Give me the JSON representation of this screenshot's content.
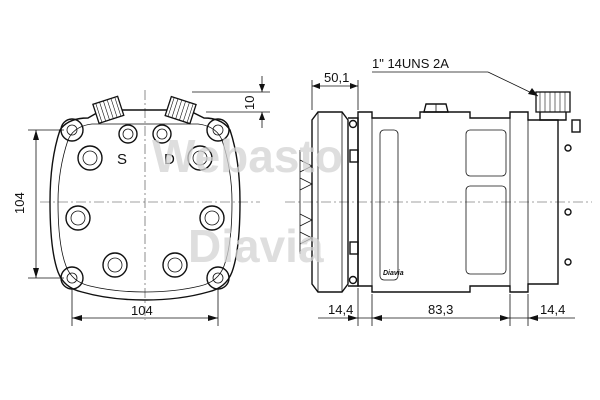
{
  "front_view": {
    "width_dimension": "104",
    "height_dimension": "104",
    "fitting_height_dimension": "10",
    "suction_label": "S",
    "discharge_label": "D"
  },
  "side_view": {
    "pulley_dimension": "50,1",
    "thread_spec": "1\"  14UNS  2A",
    "left_offset_dimension": "14,4",
    "body_length_dimension": "83,3",
    "right_offset_dimension": "14,4",
    "brand_marking": "Diavia"
  },
  "watermark": {
    "line1": "Webasto",
    "line2": "Diavia"
  }
}
